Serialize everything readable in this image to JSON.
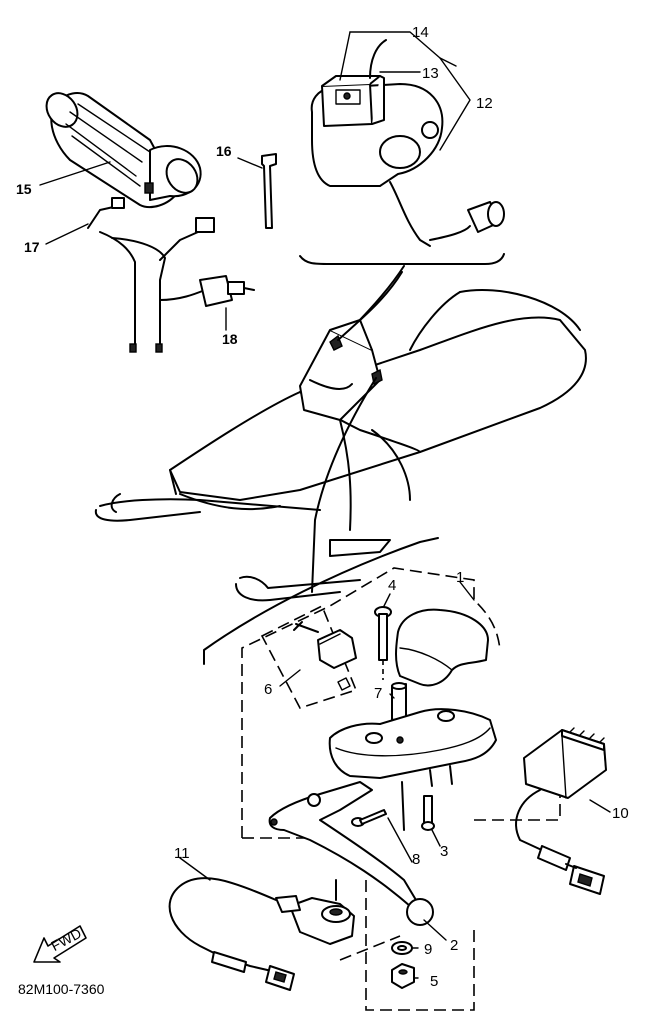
{
  "diagram": {
    "callouts": {
      "c1": "1",
      "c2": "2",
      "c3": "3",
      "c4": "4",
      "c5": "5",
      "c6": "6",
      "c7": "7",
      "c8": "8",
      "c9": "9",
      "c10": "10",
      "c11": "11",
      "c12": "12",
      "c13": "13",
      "c14": "14",
      "c15": "15",
      "c16": "16",
      "c17": "17",
      "c18": "18"
    },
    "fwd_label": "FWD",
    "part_code": "82M100-7360"
  }
}
